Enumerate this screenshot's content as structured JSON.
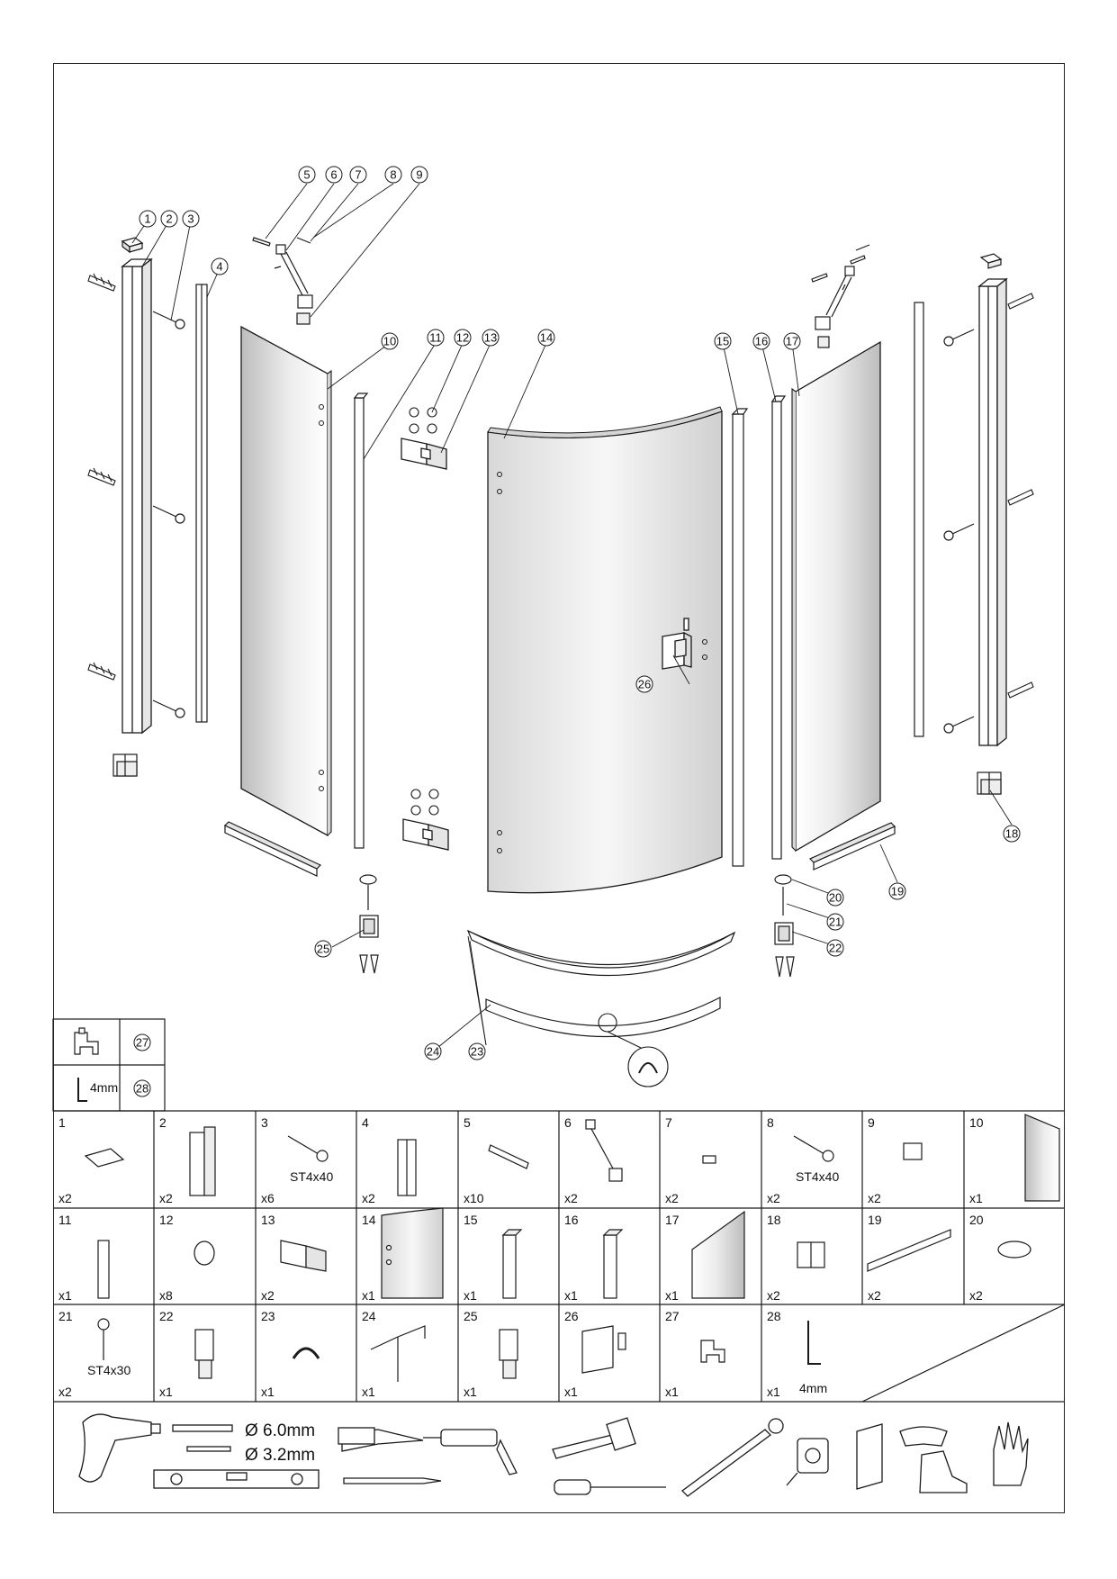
{
  "callouts": [
    "1",
    "2",
    "3",
    "4",
    "5",
    "6",
    "7",
    "8",
    "9",
    "10",
    "11",
    "12",
    "13",
    "14",
    "15",
    "16",
    "17",
    "18",
    "19",
    "20",
    "21",
    "22",
    "23",
    "24",
    "25",
    "26"
  ],
  "accessory_box": {
    "item_a": "27",
    "item_b": "28",
    "key_size": "4mm"
  },
  "parts": [
    {
      "num": "1",
      "qty": "x2",
      "spec": "",
      "icon": "end-cap-icon"
    },
    {
      "num": "2",
      "qty": "x2",
      "spec": "",
      "icon": "wall-profile-icon"
    },
    {
      "num": "3",
      "qty": "x6",
      "spec": "ST4x40",
      "icon": "screw-icon"
    },
    {
      "num": "4",
      "qty": "x2",
      "spec": "",
      "icon": "adjustment-profile-icon"
    },
    {
      "num": "5",
      "qty": "x10",
      "spec": "",
      "icon": "wall-plug-icon"
    },
    {
      "num": "6",
      "qty": "x2",
      "spec": "",
      "icon": "stabilizer-bar-icon"
    },
    {
      "num": "7",
      "qty": "x2",
      "spec": "",
      "icon": "small-cap-icon"
    },
    {
      "num": "8",
      "qty": "x2",
      "spec": "ST4x40",
      "icon": "screw-icon"
    },
    {
      "num": "9",
      "qty": "x2",
      "spec": "",
      "icon": "bar-cap-icon"
    },
    {
      "num": "10",
      "qty": "x1",
      "spec": "",
      "icon": "fixed-glass-icon"
    },
    {
      "num": "11",
      "qty": "x1",
      "spec": "",
      "icon": "seal-profile-icon"
    },
    {
      "num": "12",
      "qty": "x8",
      "spec": "",
      "icon": "round-cover-icon"
    },
    {
      "num": "13",
      "qty": "x2",
      "spec": "",
      "icon": "hinge-icon"
    },
    {
      "num": "14",
      "qty": "x1",
      "spec": "",
      "icon": "curved-door-icon"
    },
    {
      "num": "15",
      "qty": "x1",
      "spec": "",
      "icon": "magnetic-profile-icon"
    },
    {
      "num": "16",
      "qty": "x1",
      "spec": "",
      "icon": "magnetic-profile-icon"
    },
    {
      "num": "17",
      "qty": "x1",
      "spec": "",
      "icon": "fixed-glass-icon"
    },
    {
      "num": "18",
      "qty": "x2",
      "spec": "",
      "icon": "glass-clamp-icon"
    },
    {
      "num": "19",
      "qty": "x2",
      "spec": "",
      "icon": "bottom-seal-icon"
    },
    {
      "num": "20",
      "qty": "x2",
      "spec": "",
      "icon": "cover-cap-icon"
    },
    {
      "num": "21",
      "qty": "x2",
      "spec": "ST4x30",
      "icon": "screw-icon"
    },
    {
      "num": "22",
      "qty": "x1",
      "spec": "",
      "icon": "bottom-clamp-icon"
    },
    {
      "num": "23",
      "qty": "x1",
      "spec": "",
      "icon": "curved-seal-icon"
    },
    {
      "num": "24",
      "qty": "x1",
      "spec": "",
      "icon": "threshold-seal-icon"
    },
    {
      "num": "25",
      "qty": "x1",
      "spec": "",
      "icon": "bottom-clamp-icon"
    },
    {
      "num": "26",
      "qty": "x1",
      "spec": "",
      "icon": "handle-icon"
    },
    {
      "num": "27",
      "qty": "x1",
      "spec": "",
      "icon": "clip-icon"
    },
    {
      "num": "28",
      "qty": "x1",
      "spec": "4mm",
      "icon": "allen-key-icon"
    }
  ],
  "tools": {
    "drill_a": "Ø 6.0mm",
    "drill_b": "Ø 3.2mm",
    "icons": [
      "drill-icon",
      "drill-bit-icon",
      "spirit-level-icon",
      "cutter-knife-icon",
      "silicone-gun-icon",
      "pencil-icon",
      "hammer-icon",
      "screwdriver-icon",
      "torque-wrench-icon",
      "tape-measure-icon",
      "glass-panel-icon",
      "safety-glasses-icon",
      "safety-boots-icon",
      "gloves-icon"
    ]
  },
  "colors": {
    "line": "#1a1a1a",
    "glass": "#c9c9c9",
    "glass_light": "#f4f4f4",
    "frame": "#222222"
  }
}
